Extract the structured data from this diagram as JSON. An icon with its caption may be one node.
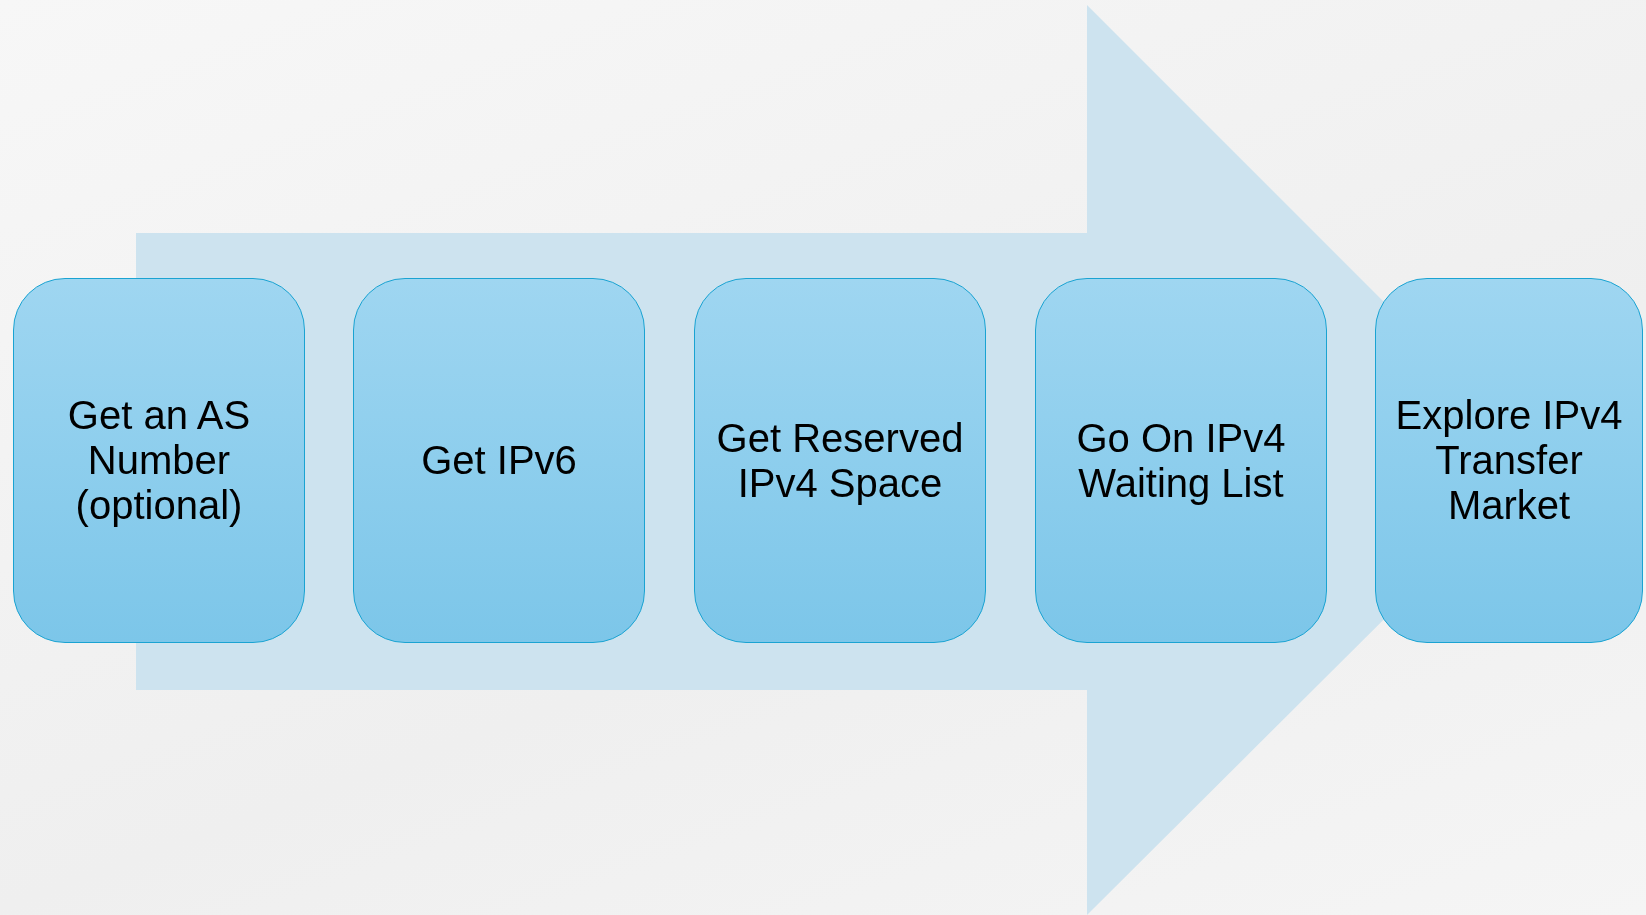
{
  "diagram": {
    "nodes": [
      {
        "text": [
          "Get an AS Number (optional)"
        ]
      },
      {
        "text": [
          "Get IPv6"
        ]
      },
      {
        "text": [
          "Get Reserved IPv4 Space"
        ]
      },
      {
        "text": [
          "Go On IPv4 Waiting List"
        ]
      },
      {
        "text": [
          "Explore IPv4 Transfer Market"
        ]
      }
    ],
    "edges": [
      {
        "from": 0,
        "to": 4,
        "arrow": "to"
      }
    ]
  }
}
